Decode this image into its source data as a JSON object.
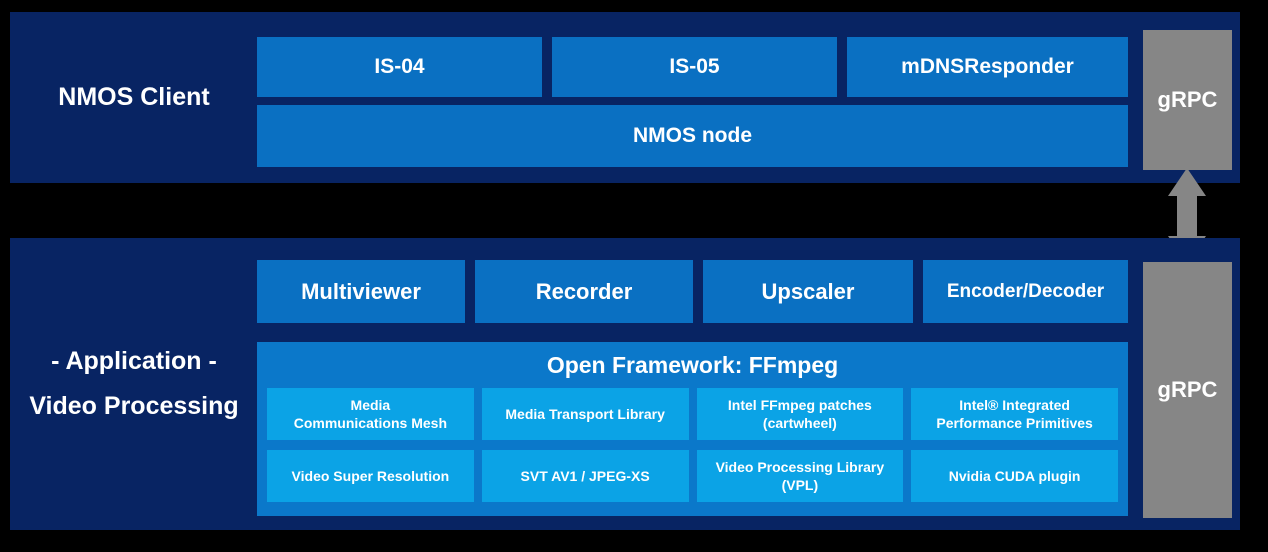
{
  "colors": {
    "background": "#000000",
    "panel_navy": "#082463",
    "box_blue": "#0a70c2",
    "framework_blue": "#0b78ca",
    "component_light_blue": "#0ba3e6",
    "grpc_gray": "#868686",
    "text": "#ffffff"
  },
  "client_section": {
    "label": "NMOS Client",
    "protocol_boxes": [
      {
        "label": "IS-04"
      },
      {
        "label": "IS-05"
      },
      {
        "label": "mDNSResponder"
      }
    ],
    "node_box": {
      "label": "NMOS node"
    },
    "grpc": {
      "label": "gRPC"
    }
  },
  "connector": {
    "type": "double-headed-vertical-arrow"
  },
  "app_section": {
    "label_line1": "- Application -",
    "label_line2": "Video Processing",
    "app_boxes": [
      {
        "label": "Multiviewer"
      },
      {
        "label": "Recorder"
      },
      {
        "label": "Upscaler"
      },
      {
        "label": "Encoder/Decoder"
      }
    ],
    "framework": {
      "title": "Open Framework: FFmpeg",
      "components": [
        {
          "label": "Media\nCommunications Mesh"
        },
        {
          "label": "Media Transport Library"
        },
        {
          "label": "Intel FFmpeg patches\n(cartwheel)"
        },
        {
          "label": "Intel® Integrated\nPerformance Primitives"
        },
        {
          "label": "Video Super Resolution"
        },
        {
          "label": "SVT AV1 / JPEG-XS"
        },
        {
          "label": "Video Processing Library\n(VPL)"
        },
        {
          "label": "Nvidia CUDA plugin"
        }
      ]
    },
    "grpc": {
      "label": "gRPC"
    }
  }
}
